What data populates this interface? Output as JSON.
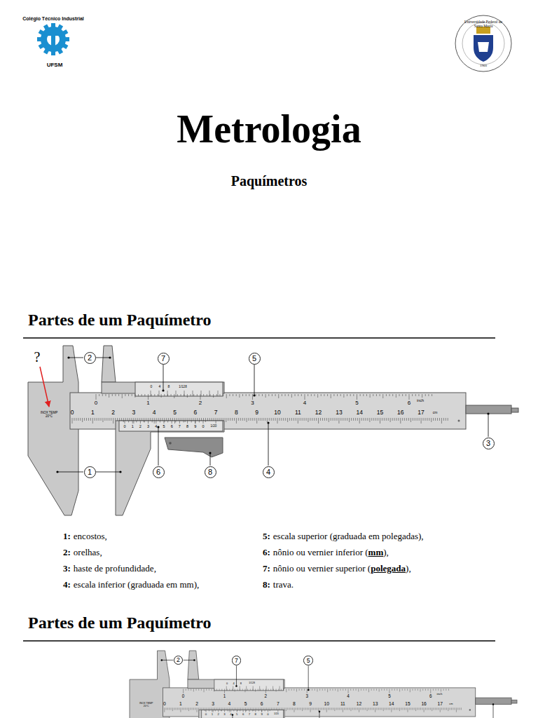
{
  "diagram": {
    "title": "Metrologia",
    "nodes": [
      {
        "text": [
          "2"
        ]
      },
      {
        "text": [
          "7"
        ]
      },
      {
        "text": [
          "5"
        ]
      },
      {
        "text": [
          "3"
        ]
      },
      {
        "text": [
          "1"
        ]
      },
      {
        "text": [
          "6"
        ]
      },
      {
        "text": [
          "8"
        ]
      },
      {
        "text": [
          "4"
        ]
      },
      {
        "text": [
          "2"
        ]
      },
      {
        "text": [
          "7"
        ]
      },
      {
        "text": [
          "5"
        ]
      }
    ],
    "labels": [
      "Colégio Técnico Industrial",
      "UFSM",
      "Universidade Federal de Santa Maria",
      "1960",
      "Paquímetros",
      "Partes de um Paquímetro",
      "?",
      "INOX TEMP 20°C",
      "0",
      "1",
      "2",
      "3",
      "4",
      "5",
      "6",
      "inch",
      "0",
      "1",
      "2",
      "3",
      "4",
      "5",
      "6",
      "7",
      "8",
      "9",
      "10",
      "11",
      "12",
      "13",
      "14",
      "15",
      "16",
      "17",
      "cm",
      "0",
      "4",
      "8",
      "1/128",
      "0",
      "1",
      "2",
      "3",
      "4",
      "5",
      "6",
      "7",
      "8",
      "9",
      "0",
      "1/20",
      "1:",
      "encostos,",
      "2:",
      "orelhas,",
      "3:",
      "haste de profundidade,",
      "4:",
      "escala inferior (graduada em mm),",
      "5:",
      "escala superior (graduada em polegadas),",
      "6:",
      "nônio ou vernier inferior (",
      "mm",
      "),",
      "7:",
      "nônio ou vernier superior (",
      "polegada",
      "),",
      "8:",
      "trava.",
      "Partes de um Paquímetro",
      "INOX TEMP 20°C",
      "0",
      "1",
      "2",
      "3",
      "4",
      "5",
      "6",
      "inch",
      "0",
      "1",
      "2",
      "3",
      "4",
      "5",
      "6",
      "7",
      "8",
      "9",
      "10",
      "11",
      "12",
      "13",
      "14",
      "15",
      "16",
      "17",
      "cm",
      "0",
      "4",
      "8",
      "1/128",
      "0",
      "1",
      "2",
      "3",
      "4",
      "5",
      "6",
      "7",
      "8",
      "9",
      "0",
      "1/20"
    ]
  }
}
